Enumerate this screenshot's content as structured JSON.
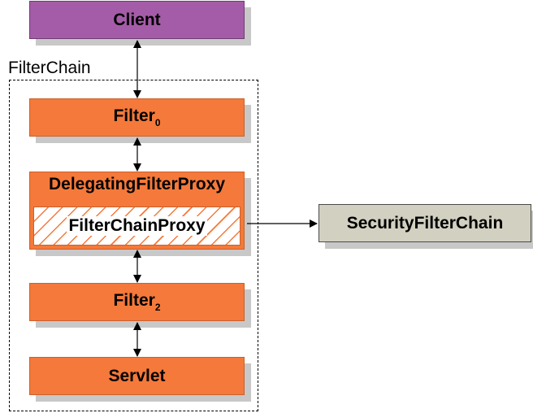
{
  "client": {
    "label": "Client"
  },
  "filter_chain": {
    "label": "FilterChain"
  },
  "filter0": {
    "label": "Filter",
    "subscript": "0"
  },
  "delegating": {
    "label": "DelegatingFilterProxy"
  },
  "fcp": {
    "label": "FilterChainProxy"
  },
  "filter2": {
    "label": "Filter",
    "subscript": "2"
  },
  "servlet": {
    "label": "Servlet"
  },
  "security": {
    "label": "SecurityFilterChain"
  },
  "colors": {
    "client_fill": "#a55ca8",
    "filter_fill": "#f5793a",
    "security_fill": "#d2d0c0",
    "shadow": "#c8c8c8"
  }
}
